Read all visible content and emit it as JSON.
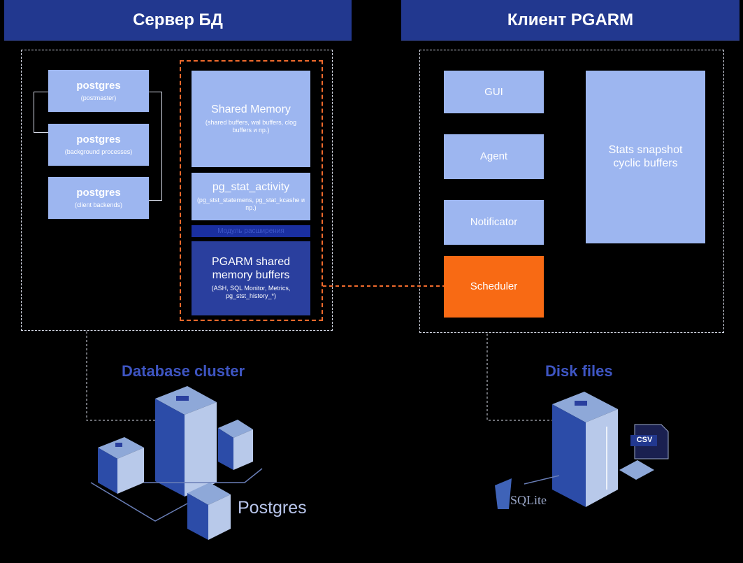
{
  "left": {
    "header": "Сервер БД",
    "processes": [
      {
        "title": "postgres",
        "sub": "(postmaster)"
      },
      {
        "title": "postgres",
        "sub": "(background processes)"
      },
      {
        "title": "postgres",
        "sub": "(client backends)"
      }
    ],
    "shared_memory": {
      "title": "Shared Memory",
      "sub": "(shared buffers, wal buffers, clog buffers и пр.)"
    },
    "pg_stat_activity": {
      "title": "pg_stat_activity",
      "sub": "(pg_stst_statemens, pg_stat_kcashe и пр.)"
    },
    "extension_label": "Модуль расширения",
    "pgarm_buffers": {
      "title": "PGARM shared memory buffers",
      "sub": "(ASH, SQL Monitor, Metrics, pg_stst_history_*)"
    },
    "cluster_label": "Database cluster",
    "postgres_label": "Postgres"
  },
  "right": {
    "header": "Клиент PGARM",
    "gui": "GUI",
    "agent": "Agent",
    "notificator": "Notificator",
    "scheduler": "Scheduler",
    "stats": "Stats snapshot cyclic buffers",
    "disk_label": "Disk files",
    "csv_label": "CSV",
    "sqlite_label": "SQLite"
  },
  "colors": {
    "header_bg": "#22388f",
    "box": "#9db6f0",
    "pgarm_box": "#2a3f9e",
    "scheduler": "#f86a14",
    "frame_highlight": "#f06a2c",
    "label": "#3e55c2"
  }
}
